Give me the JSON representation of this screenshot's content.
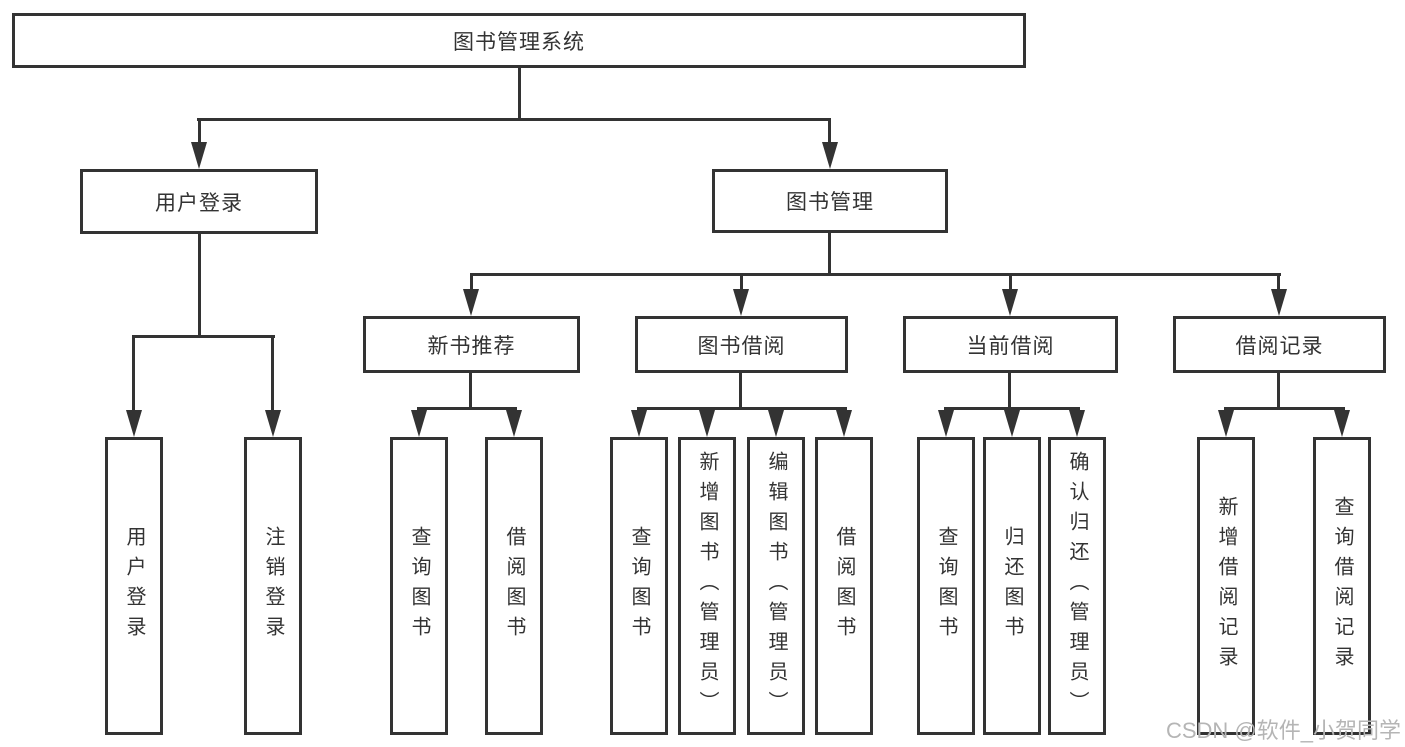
{
  "diagram": {
    "type": "hierarchy-tree",
    "title": "图书管理系统",
    "level2": [
      {
        "id": "user-login",
        "label": "用户登录"
      },
      {
        "id": "book-management",
        "label": "图书管理"
      }
    ],
    "level3": [
      {
        "id": "new-book-recommend",
        "label": "新书推荐",
        "parent": "图书管理"
      },
      {
        "id": "book-borrowing",
        "label": "图书借阅",
        "parent": "图书管理"
      },
      {
        "id": "current-borrowing",
        "label": "当前借阅",
        "parent": "图书管理"
      },
      {
        "id": "borrowing-records",
        "label": "借阅记录",
        "parent": "图书管理"
      }
    ],
    "leaf_groups": [
      {
        "parent": "用户登录",
        "items": [
          "用户登录",
          "注销登录"
        ]
      },
      {
        "parent": "新书推荐",
        "items": [
          "查询图书",
          "借阅图书"
        ]
      },
      {
        "parent": "图书借阅",
        "items": [
          "查询图书",
          "新增图书（管理员）",
          "编辑图书（管理员）",
          "借阅图书"
        ]
      },
      {
        "parent": "当前借阅",
        "items": [
          "查询图书",
          "归还图书",
          "确认归还（管理员）"
        ]
      },
      {
        "parent": "借阅记录",
        "items": [
          "新增借阅记录",
          "查询借阅记录"
        ]
      }
    ],
    "colors": {
      "line": "#333333",
      "text": "#333333",
      "background": "#ffffff",
      "watermark_text": "#b5b5b5"
    }
  },
  "watermark": {
    "text": "CSDN @软件_小贺同学"
  }
}
